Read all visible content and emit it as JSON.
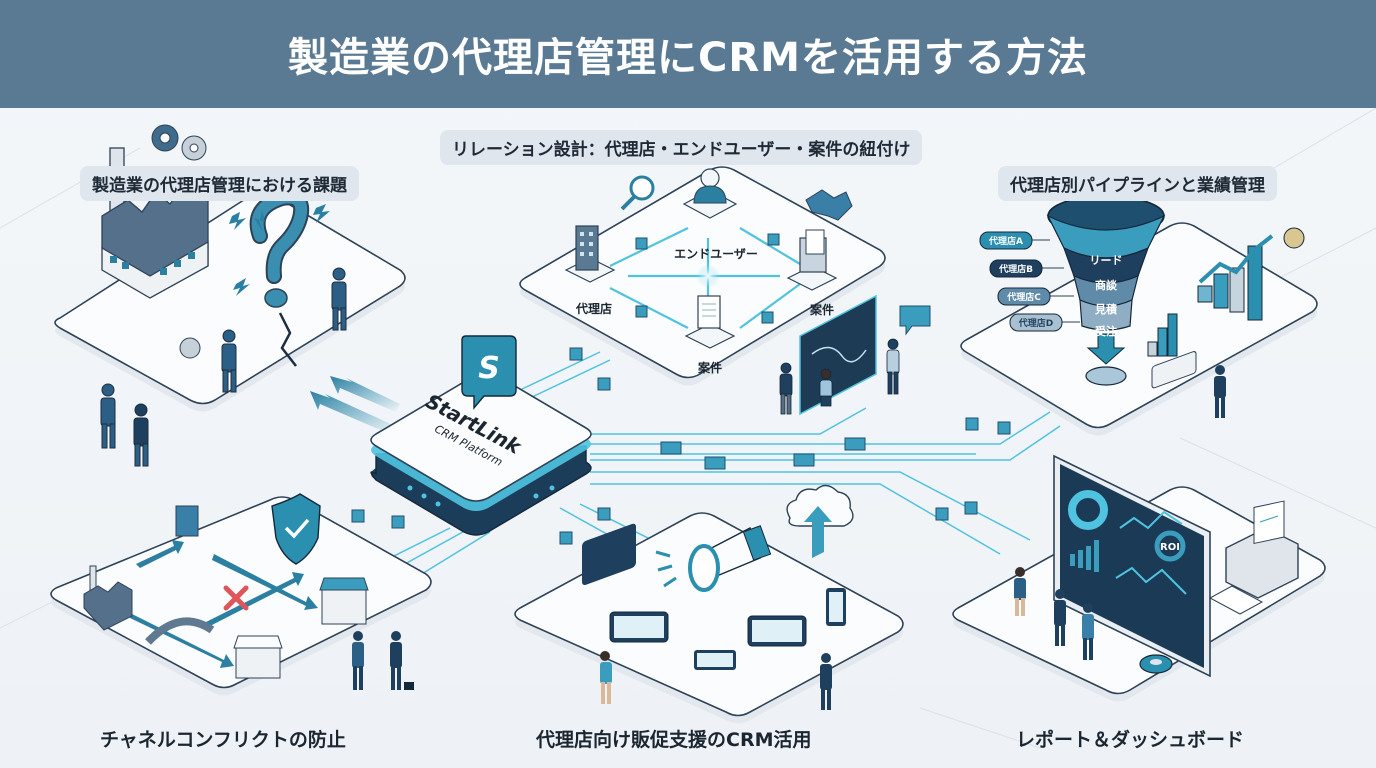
{
  "title": "製造業の代理店管理にCRMを活用する方法",
  "colors": {
    "header_bg": "#5a7a94",
    "accent_teal": "#2b8fb0",
    "accent_cyan": "#4fc3e0",
    "navy": "#1f3f5e",
    "platform_fill": "#f7f9fb",
    "conflict_red": "#e0555a"
  },
  "sections": {
    "challenges": {
      "label": "製造業の代理店管理における課題",
      "icons": [
        "factory-icon",
        "gear-icon",
        "question-mark-icon",
        "lightning-icon",
        "confused-person-icon"
      ]
    },
    "relations": {
      "label": "リレーション設計：代理店・エンドユーザー・案件の紐付け",
      "nodes": {
        "end_user": "エンドユーザー",
        "agency": "代理店",
        "deal_right": "案件",
        "deal_bottom": "案件"
      },
      "icons": [
        "magnifier-icon",
        "user-icon",
        "handshake-icon",
        "building-icon",
        "folder-icon",
        "document-icon"
      ]
    },
    "pipeline": {
      "label": "代理店別パイプラインと業績管理",
      "funnel_stages": [
        "リード",
        "商談",
        "見積",
        "受注"
      ],
      "side_tags": [
        "代理店A",
        "代理店B",
        "代理店C",
        "代理店D"
      ]
    },
    "platform": {
      "brand": "StartLink",
      "subtitle": "CRM Platform",
      "logo_letter": "S"
    },
    "conflict": {
      "label": "チャネルコンフリクトの防止",
      "icons": [
        "factory-icon",
        "shield-check-icon",
        "store-icon",
        "bridge-icon",
        "cross-icon",
        "handshake-people-icon"
      ]
    },
    "promotion": {
      "label": "代理店向け販促支援のCRM活用",
      "icons": [
        "megaphone-icon",
        "cloud-upload-icon",
        "tablet-icon",
        "phone-icon"
      ]
    },
    "reports": {
      "label": "レポート＆ダッシュボード",
      "roi_label": "ROI",
      "icons": [
        "monitor-dashboard-icon",
        "donut-chart-icon",
        "printer-icon"
      ]
    }
  }
}
